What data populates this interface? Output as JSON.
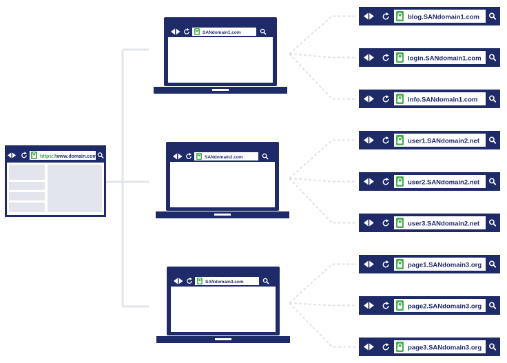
{
  "colors": {
    "navy": "#1f2a69",
    "lock_green": "#4caf50",
    "connector_solid": "#e3e5ec",
    "connector_dashed": "#dfe2ea",
    "placeholder_block": "#e3e5ec",
    "url_text": "#1f2a69",
    "https_text": "#43a047"
  },
  "source_browser": {
    "url_prefix": "https://",
    "url": "www.domain.com",
    "icons": [
      "back-arrow-icon",
      "forward-arrow-icon",
      "reload-icon",
      "lock-icon",
      "search-icon"
    ]
  },
  "laptops": [
    {
      "url": "SANdomain1.com"
    },
    {
      "url": "SANdomain2.com"
    },
    {
      "url": "SANdomain3.com"
    }
  ],
  "subdomain_bars": [
    {
      "url": "blog.SANdomain1.com",
      "laptop": 0
    },
    {
      "url": "login.SANdomain1.com",
      "laptop": 0
    },
    {
      "url": "info.SANdomain1.com",
      "laptop": 0
    },
    {
      "url": "user1.SANdomain2.net",
      "laptop": 1
    },
    {
      "url": "user2.SANdomain2.net",
      "laptop": 1
    },
    {
      "url": "user3.SANdomain2.net",
      "laptop": 1
    },
    {
      "url": "page1.SANdomain3.org",
      "laptop": 2
    },
    {
      "url": "page2.SANdomain3.org",
      "laptop": 2
    },
    {
      "url": "page3.SANdomain3.org",
      "laptop": 2
    }
  ]
}
